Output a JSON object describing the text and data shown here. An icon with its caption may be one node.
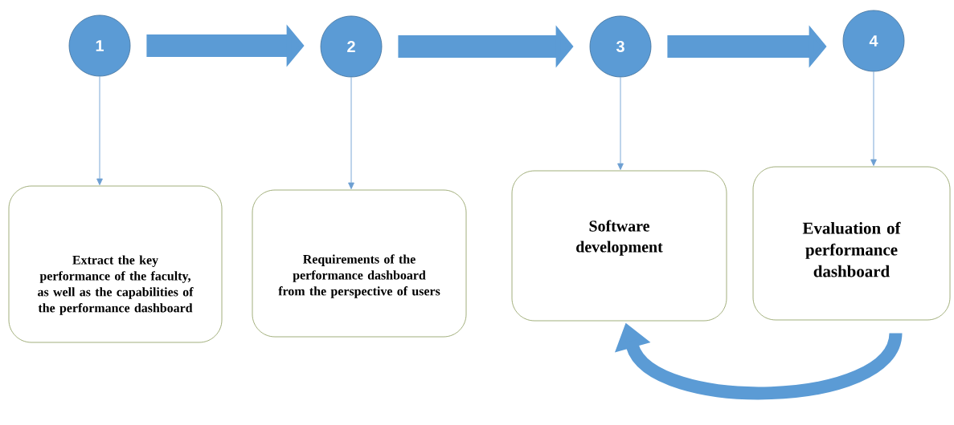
{
  "diagram": {
    "nodes": [
      {
        "text": [
          "1"
        ]
      },
      {
        "text": [
          "2"
        ]
      },
      {
        "text": [
          "3"
        ]
      },
      {
        "text": [
          "4"
        ]
      },
      {
        "text": [
          "Extract the key performance of the faculty, as well as the capabilities of the performance dashboard"
        ]
      },
      {
        "text": [
          "Requirements of the performance dashboard from the perspective of users"
        ]
      },
      {
        "text": [
          "Software development"
        ]
      },
      {
        "text": [
          "Evaluation of performance dashboard"
        ]
      }
    ],
    "edges": [
      {
        "from": 0,
        "to": 1,
        "arrow": "to",
        "style": "thick"
      },
      {
        "from": 1,
        "to": 2,
        "arrow": "to",
        "style": "thick"
      },
      {
        "from": 2,
        "to": 3,
        "arrow": "to",
        "style": "thick"
      },
      {
        "from": 0,
        "to": 4,
        "arrow": "to"
      },
      {
        "from": 1,
        "to": 5,
        "arrow": "to"
      },
      {
        "from": 2,
        "to": 6,
        "arrow": "to"
      },
      {
        "from": 3,
        "to": 7,
        "arrow": "to"
      },
      {
        "from": 7,
        "to": 6,
        "arrow": "to",
        "style": "thick"
      }
    ]
  }
}
